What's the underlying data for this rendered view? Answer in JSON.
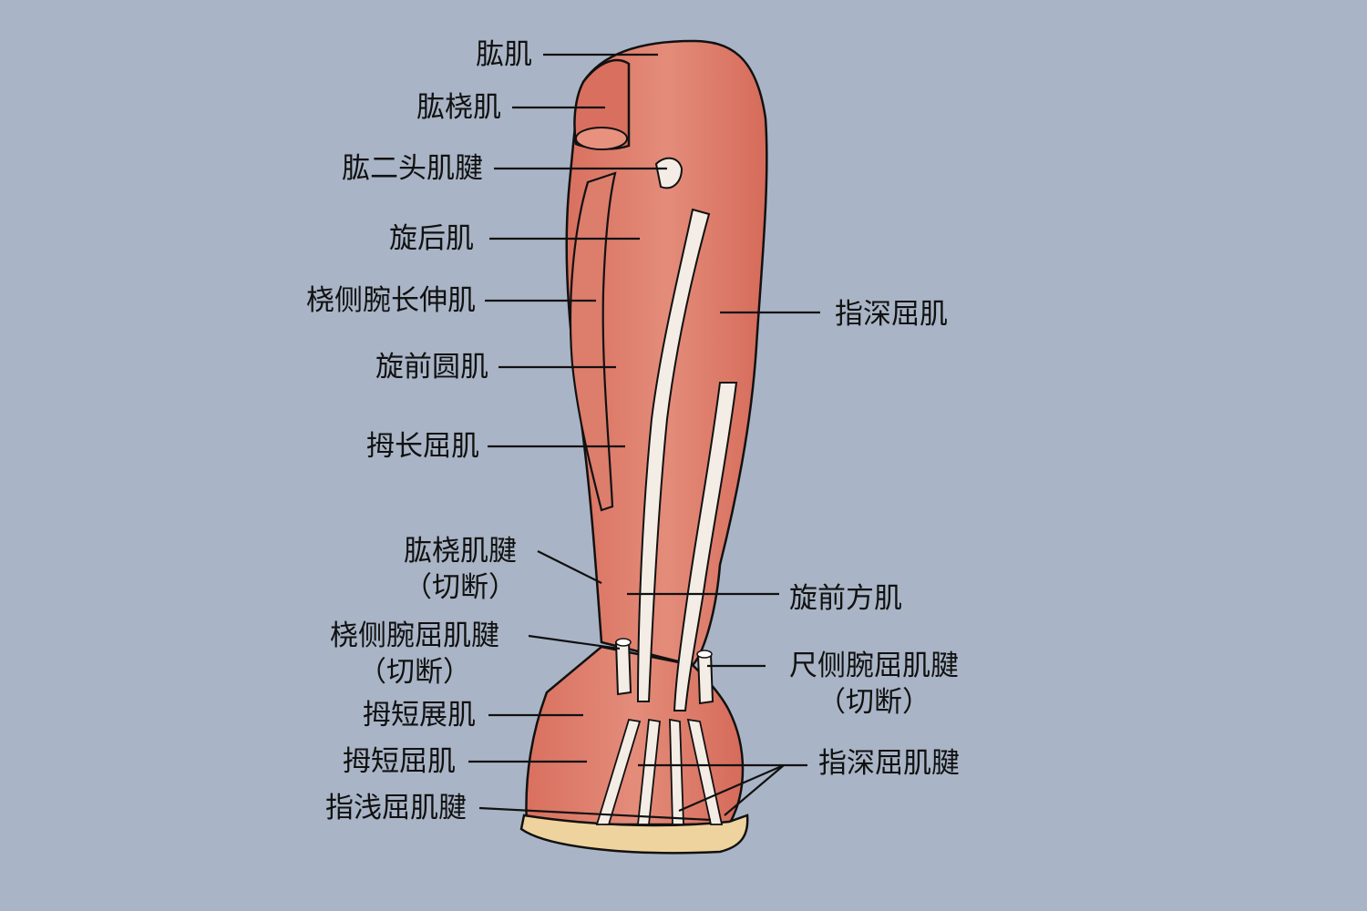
{
  "colors": {
    "background": "#a9b5c6",
    "muscle": "#dd7d6c",
    "muscle_dark": "#c65a4c",
    "tendon": "#f3ede6",
    "bone": "#efd39e",
    "outline": "#111111"
  },
  "labels": {
    "humerus_muscle": "肱肌",
    "brachioradialis": "肱桡肌",
    "biceps_tendon": "肱二头肌腱",
    "supinator": "旋后肌",
    "ecrl": "桡侧腕长伸肌",
    "pronator_teres": "旋前圆肌",
    "fpl": "拇长屈肌",
    "brachioradialis_tendon": "肱桡肌腱",
    "cut_note": "（切断）",
    "fcr_tendon": "桡侧腕屈肌腱",
    "apb": "拇短展肌",
    "fpb": "拇短屈肌",
    "fds_tendon": "指浅屈肌腱",
    "fdp": "指深屈肌",
    "pronator_quadratus": "旋前方肌",
    "fcu_tendon": "尺侧腕屈肌腱",
    "fdp_tendon": "指深屈肌腱"
  }
}
